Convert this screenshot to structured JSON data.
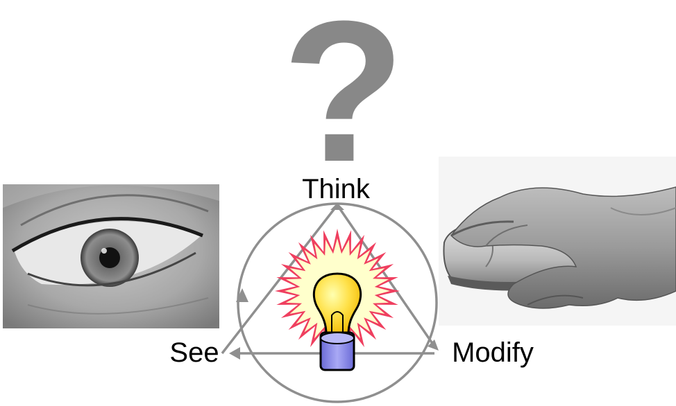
{
  "diagram": {
    "question_mark": "?",
    "labels": {
      "top": "Think",
      "left": "See",
      "right": "Modify"
    },
    "colors": {
      "cycle_gray": "#8f8f8f",
      "question_gray": "#888888",
      "burst_outer": "#ef3f5f",
      "burst_inner": "#ffffcc",
      "bulb_glass": "#ffe14a",
      "bulb_base": "#8e8ee8"
    },
    "images": {
      "left": "eye-photo",
      "right": "hand-on-mouse-photo",
      "center": "lightbulb-icon"
    }
  }
}
